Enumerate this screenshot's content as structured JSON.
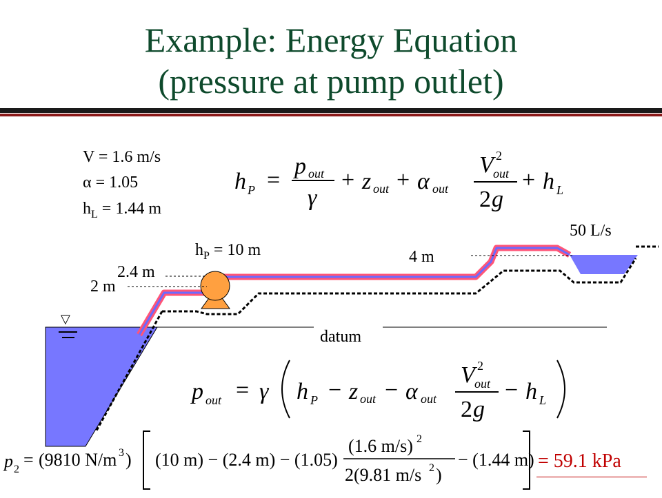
{
  "title": {
    "line1": "Example: Energy Equation",
    "line2": "(pressure at pump outlet)"
  },
  "givens": {
    "velocity": "V = 1.6 m/s",
    "alpha_symbol": "α",
    "alpha_value": " = 1.05",
    "hl_main": "h",
    "hl_sub": "L",
    "hl_value": " = 1.44 m"
  },
  "diagram": {
    "flow_rate": "50 L/s",
    "pump_head_main": "h",
    "pump_head_sub": "P",
    "pump_head_value": " = 10 m",
    "elev_pump_outlet": "2.4 m",
    "elev_pump_inlet": "2 m",
    "elev_outlet": "4 m",
    "datum": "datum",
    "water_surface_symbol": "▽"
  },
  "equations": {
    "energy_equation": "h_P = p_out/γ + z_out + α_out V_out²/2g + h_L",
    "rearranged": "p_out = γ (h_P − z_out − α_out V_out²/2g − h_L)",
    "substitution": "p₂ = (9810 N/m³) [ (10 m) − (2.4 m) − (1.05) (1.6 m/s)² / 2(9.81 m/s²) − (1.44 m) ]",
    "result": "= 59.1 kPa"
  },
  "colors": {
    "title": "#0e4a2c",
    "rule_dark": "#1a1a1a",
    "rule_red": "#8b1a1a",
    "water": "#7777ff",
    "pipe_outer": "#ff5577",
    "pipe_inner": "#6a6aff",
    "pump": "#ffa040",
    "result": "#c00000"
  }
}
